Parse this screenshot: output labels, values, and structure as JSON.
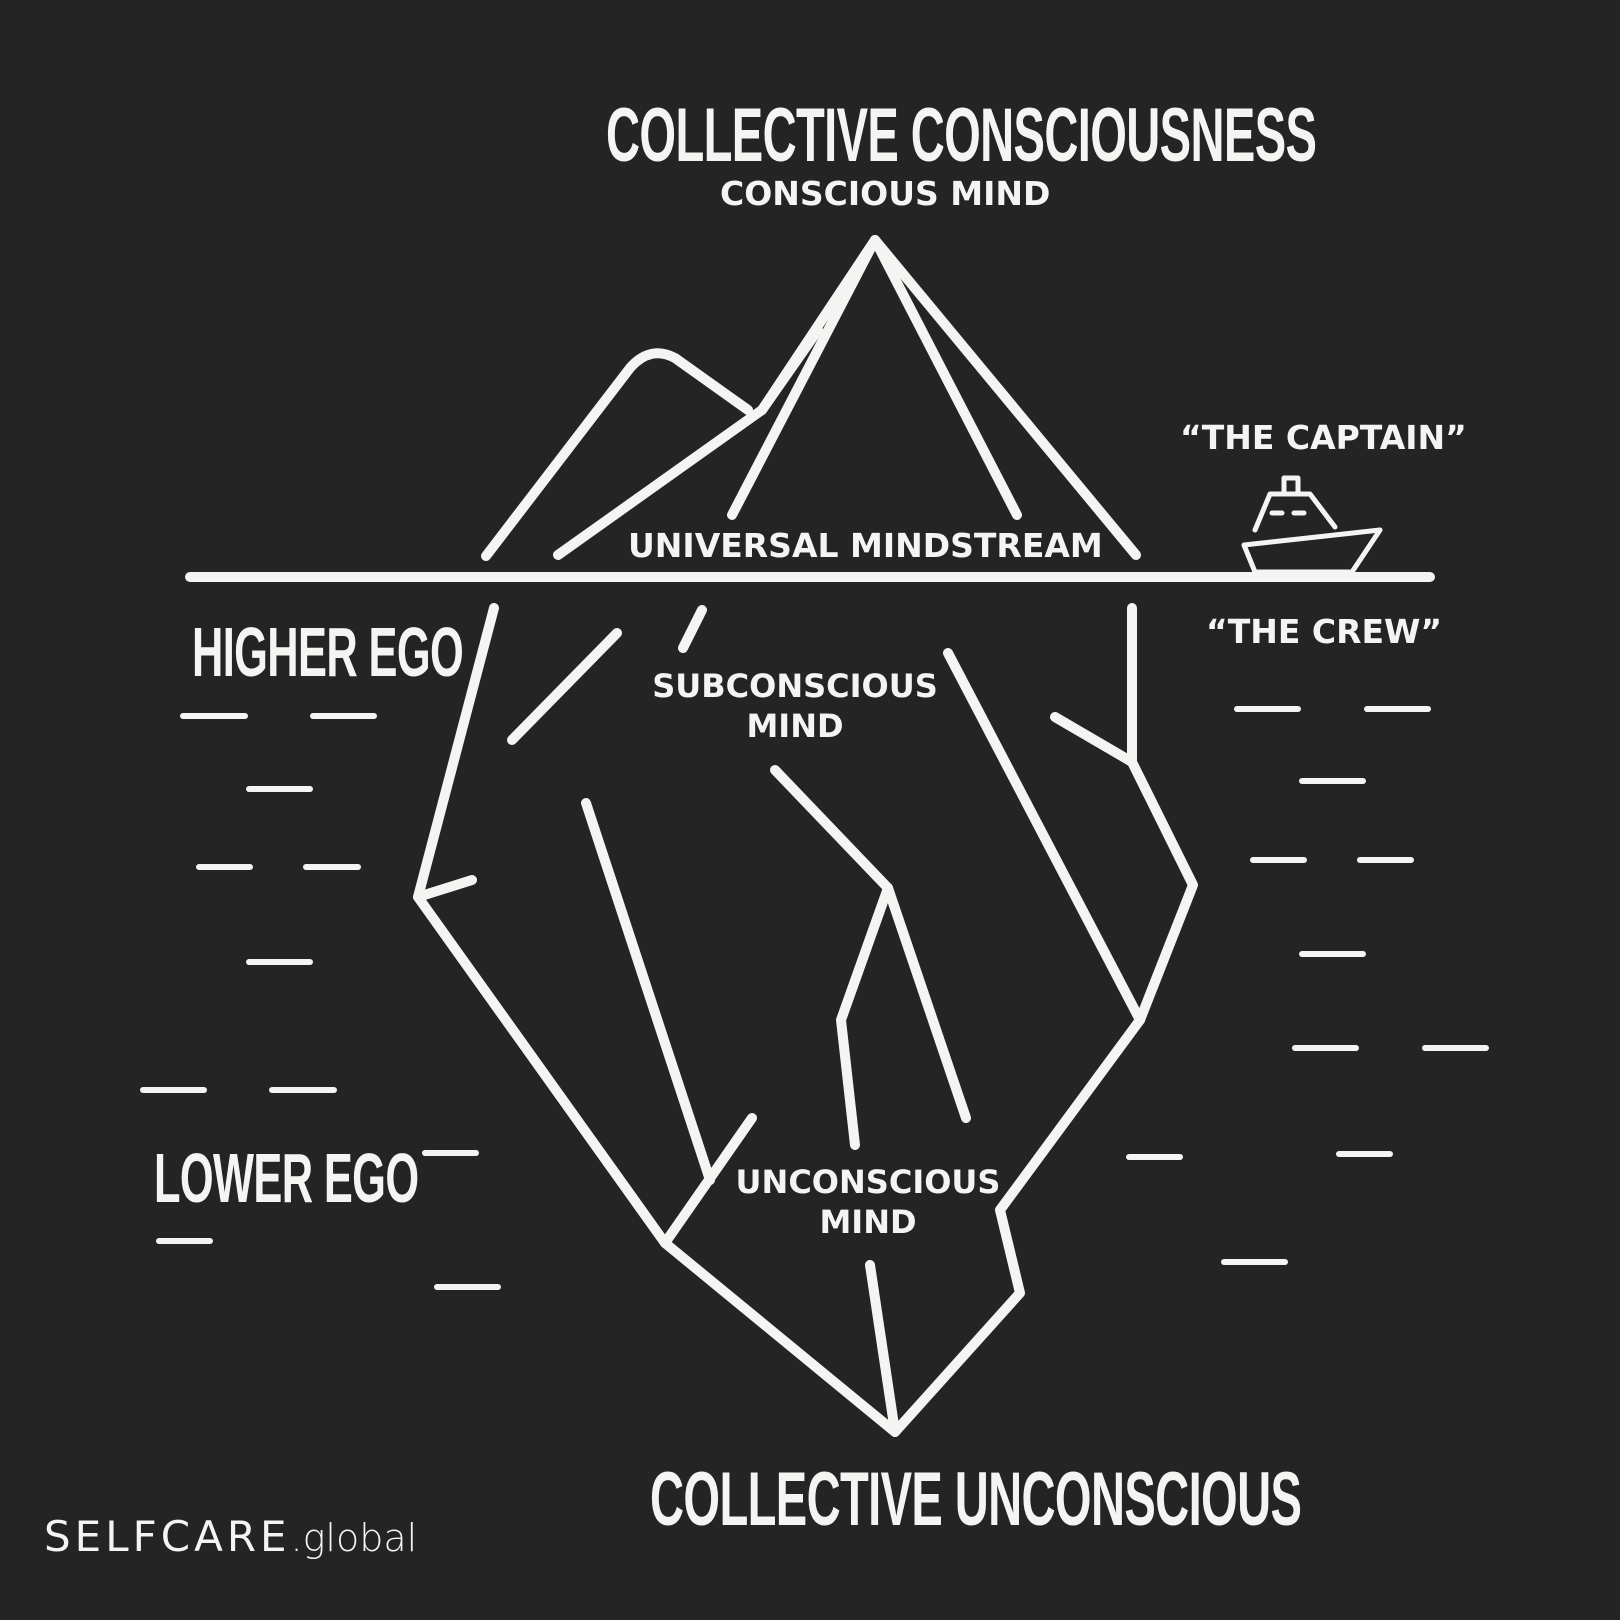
{
  "labels": {
    "collective_consciousness": "COLLECTIVE CONSCIOUSNESS",
    "conscious_mind": "CONSCIOUS MIND",
    "universal_mindstream": "UNIVERSAL MINDSTREAM",
    "the_captain": "“THE CAPTAIN”",
    "the_crew": "“THE CREW”",
    "higher_ego": "HIGHER EGO",
    "lower_ego": "LOWER EGO",
    "subconscious_mind_line1": "SUBCONSCIOUS",
    "subconscious_mind_line2": "MIND",
    "unconscious_mind_line1": "UNCONSCIOUS",
    "unconscious_mind_line2": "MIND",
    "collective_unconscious": "COLLECTIVE UNCONSCIOUS"
  },
  "brand": {
    "main": "SELFCARE",
    "sub": ".global"
  },
  "colors": {
    "background": "#242424",
    "foreground": "#f4f4f2"
  },
  "icons": {
    "ship": "ship-icon"
  }
}
